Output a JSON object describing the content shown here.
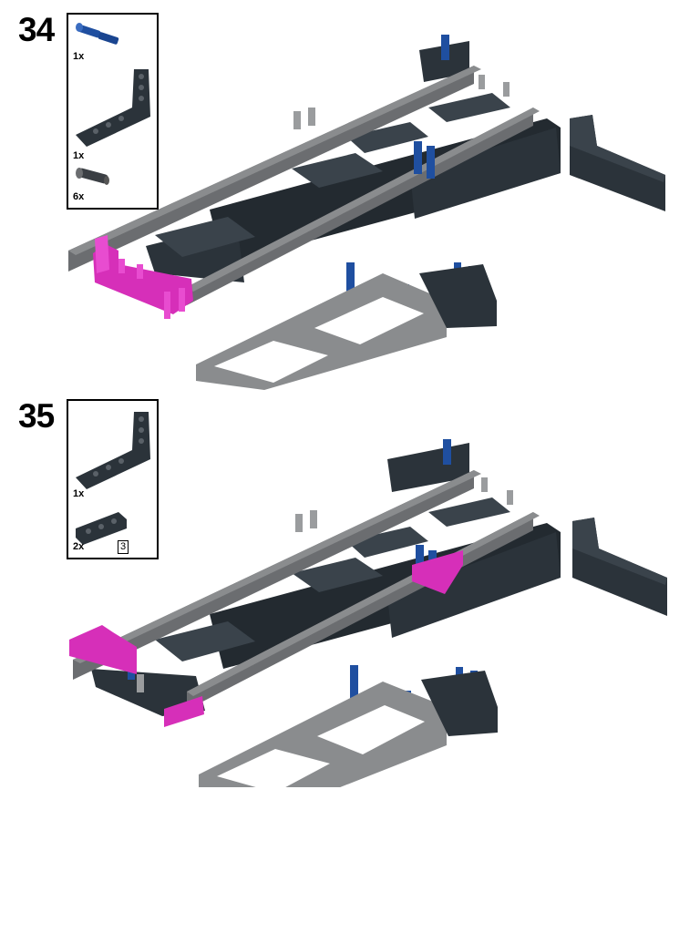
{
  "steps": [
    {
      "number": "34",
      "parts": [
        {
          "qty": "1x",
          "icon": "blue-axle-pin-icon"
        },
        {
          "qty": "1x",
          "icon": "dark-l-beam-icon"
        },
        {
          "qty": "6x",
          "icon": "gray-friction-pin-icon"
        }
      ]
    },
    {
      "number": "35",
      "parts": [
        {
          "qty": "1x",
          "icon": "dark-l-beam-icon"
        },
        {
          "qty": "2x",
          "icon": "dark-3-beam-icon"
        }
      ],
      "submodel_count": "3"
    }
  ],
  "colors": {
    "dark_bluish_gray": "#2b333a",
    "light_gray": "#8a8c8e",
    "mid_gray": "#6b6d70",
    "magenta": "#d62fb9",
    "blue": "#1f4fa0"
  }
}
